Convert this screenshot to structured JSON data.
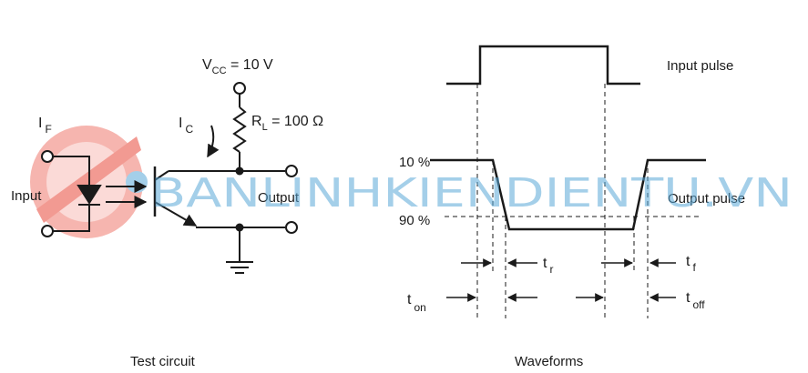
{
  "circuit": {
    "vcc_main": "V",
    "vcc_sub": "CC",
    "vcc_value": " = 10 V",
    "rl_main": "R",
    "rl_sub": "L",
    "rl_value": " = 100 Ω",
    "if_main": "I",
    "if_sub": "F",
    "ic_main": "I",
    "ic_sub": "C",
    "input": "Input",
    "output": "Output",
    "caption": "Test circuit"
  },
  "waveforms": {
    "input_pulse": "Input pulse",
    "output_pulse": "Output pulse",
    "level_10": "10 %",
    "level_90": "90 %",
    "tr_main": "t",
    "tr_sub": "r",
    "tf_main": "t",
    "tf_sub": "f",
    "ton_main": "t",
    "ton_sub": "on",
    "toff_main": "t",
    "toff_sub": "off",
    "caption": "Waveforms"
  },
  "watermark": {
    "text": "BANLINHKIENDIENTU.VN",
    "logo_color": "#e8483a",
    "text_color": "#5aa9d8"
  }
}
